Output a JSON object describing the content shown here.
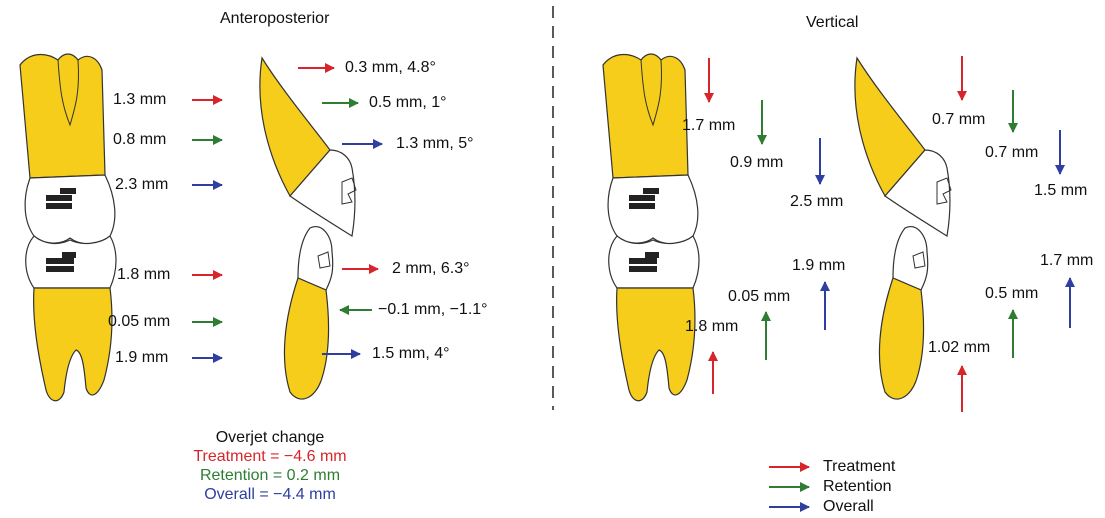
{
  "colors": {
    "treatment": "#d7262b",
    "retention": "#2e7d32",
    "overall": "#2f3fa0",
    "tooth": "#f5cd1a"
  },
  "headings": {
    "left": "Anteroposterior",
    "right": "Vertical"
  },
  "anteroposterior": {
    "molar_upper": [
      "1.3 mm",
      "0.8 mm",
      "2.3 mm"
    ],
    "molar_lower": [
      "1.8 mm",
      "0.05 mm",
      "1.9 mm"
    ],
    "incisor_upper": [
      "0.3 mm, 4.8°",
      "0.5 mm, 1°",
      "1.3 mm, 5°"
    ],
    "incisor_lower": [
      "2 mm, 6.3°",
      "−0.1 mm, −1.1°",
      "1.5 mm, 4°"
    ]
  },
  "vertical": {
    "molar_upper": [
      "1.7 mm",
      "0.9 mm",
      "2.5 mm"
    ],
    "molar_lower": [
      "1.8 mm",
      "0.05 mm",
      "1.9 mm"
    ],
    "incisor_upper": [
      "0.7 mm",
      "0.7 mm",
      "1.5 mm"
    ],
    "incisor_lower": [
      "1.02 mm",
      "0.5 mm",
      "1.7 mm"
    ]
  },
  "overjet": {
    "title": "Overjet change",
    "treatment": "Treatment = −4.6 mm",
    "retention": "Retention = 0.2 mm",
    "overall": "Overall = −4.4 mm"
  },
  "legend": {
    "treatment": "Treatment",
    "retention": "Retention",
    "overall": "Overall"
  }
}
